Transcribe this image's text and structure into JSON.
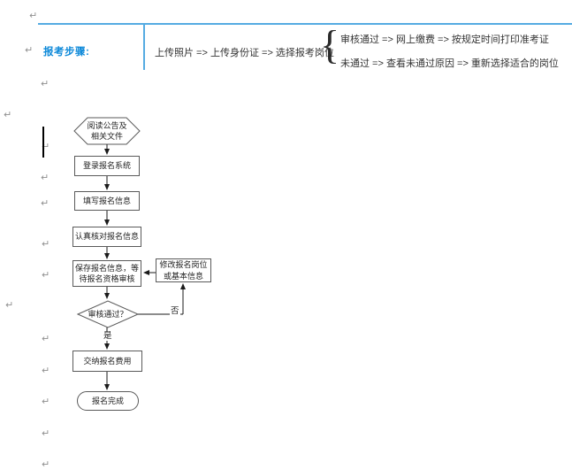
{
  "colors": {
    "accent_blue": "#0d89d9",
    "rule_blue": "#55abe2"
  },
  "document": {
    "paragraph_mark": "↵"
  },
  "header": {
    "label": "报考步骤:",
    "process": "上传照片 => 上传身份证 => 选择报考岗位",
    "brace": "{",
    "branch_pass": "审核通过 => 网上缴费 => 按规定时间打印准考证",
    "branch_fail": "未通过 => 查看未通过原因 => 重新选择适合的岗位"
  },
  "flowchart": {
    "nodes": {
      "start": "阅读公告及\n相关文件",
      "login": "登录报名系统",
      "fill": "填写报名信息",
      "check": "认真核对报名信息",
      "save": "保存报名信息，等\n待报名资格审核",
      "modify": "修改报名岗位\n或基本信息",
      "decision": "审核通过？",
      "pay": "交纳报名费用",
      "finish": "报名完成"
    },
    "labels": {
      "yes": "是",
      "no": "否"
    }
  }
}
